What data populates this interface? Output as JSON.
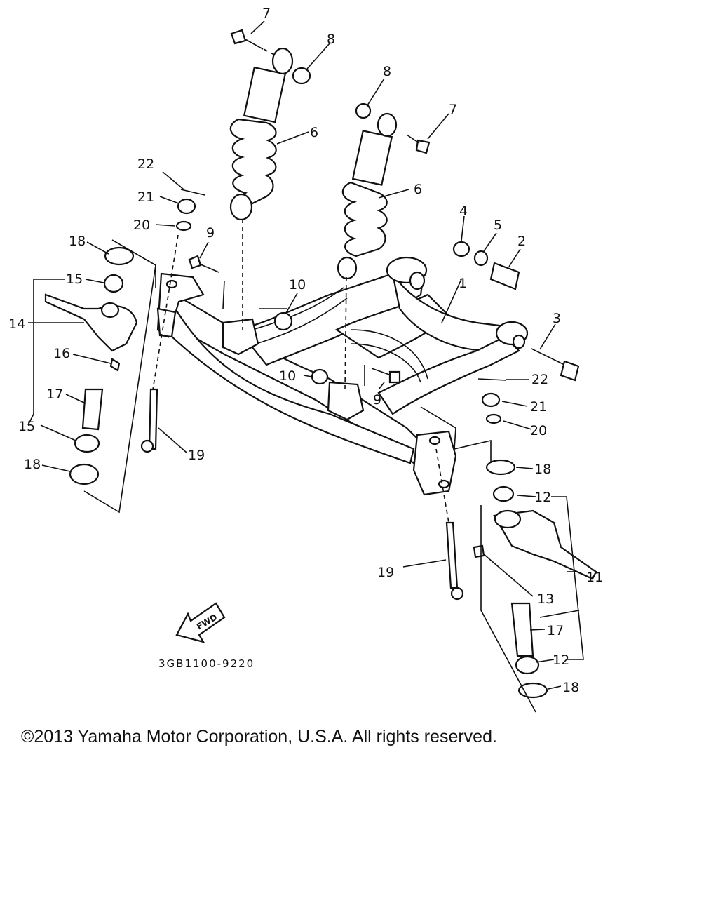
{
  "diagram": {
    "drawing_code": "3GB1100-9220",
    "fwd_label": "FWD",
    "callouts": [
      {
        "id": "c7a",
        "label": "7"
      },
      {
        "id": "c8a",
        "label": "8"
      },
      {
        "id": "c8b",
        "label": "8"
      },
      {
        "id": "c7b",
        "label": "7"
      },
      {
        "id": "c6a",
        "label": "6"
      },
      {
        "id": "c6b",
        "label": "6"
      },
      {
        "id": "c22a",
        "label": "22"
      },
      {
        "id": "c21a",
        "label": "21"
      },
      {
        "id": "c20a",
        "label": "20"
      },
      {
        "id": "c9a",
        "label": "9"
      },
      {
        "id": "c18a",
        "label": "18"
      },
      {
        "id": "c15a",
        "label": "15"
      },
      {
        "id": "c14",
        "label": "14"
      },
      {
        "id": "c16",
        "label": "16"
      },
      {
        "id": "c17a",
        "label": "17"
      },
      {
        "id": "c15b",
        "label": "15"
      },
      {
        "id": "c18b",
        "label": "18"
      },
      {
        "id": "c19a",
        "label": "19"
      },
      {
        "id": "c10a",
        "label": "10"
      },
      {
        "id": "c10b",
        "label": "10"
      },
      {
        "id": "c9b",
        "label": "9"
      },
      {
        "id": "c4",
        "label": "4"
      },
      {
        "id": "c5",
        "label": "5"
      },
      {
        "id": "c2",
        "label": "2"
      },
      {
        "id": "c1",
        "label": "1"
      },
      {
        "id": "c3",
        "label": "3"
      },
      {
        "id": "c22b",
        "label": "22"
      },
      {
        "id": "c21b",
        "label": "21"
      },
      {
        "id": "c20b",
        "label": "20"
      },
      {
        "id": "c18c",
        "label": "18"
      },
      {
        "id": "c12a",
        "label": "12"
      },
      {
        "id": "c11",
        "label": "11"
      },
      {
        "id": "c19b",
        "label": "19"
      },
      {
        "id": "c13",
        "label": "13"
      },
      {
        "id": "c17b",
        "label": "17"
      },
      {
        "id": "c12b",
        "label": "12"
      },
      {
        "id": "c18d",
        "label": "18"
      }
    ]
  },
  "footer": {
    "copyright": "©2013 Yamaha Motor Corporation, U.S.A. All rights reserved."
  }
}
